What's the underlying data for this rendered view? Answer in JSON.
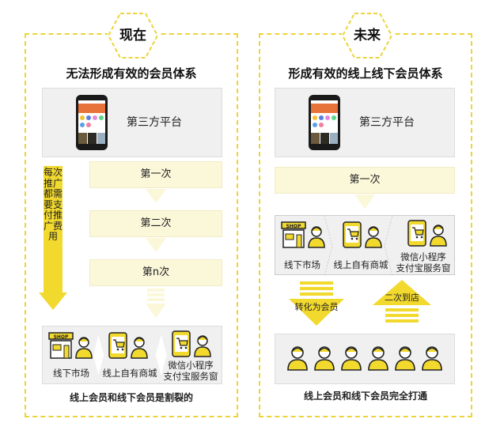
{
  "colors": {
    "accent_yellow": "#f2d92e",
    "dashed_border": "#ecd43a",
    "step_fill": "#fbf7d9",
    "box_gray": "#f0f0f0"
  },
  "left": {
    "badge": "现在",
    "title": "无法形成有效的会员体系",
    "platform_label": "第三方平台",
    "steps": [
      "第一次",
      "第二次",
      "第n次"
    ],
    "side_arrow_text": "每次推广都需要支付推广费用",
    "channels": [
      {
        "icon": "shop-icon",
        "label": "线下市场"
      },
      {
        "icon": "mobile-cart-icon",
        "label": "线上自有商城"
      },
      {
        "icon": "mobile-cart-icon",
        "label_line1": "微信小程序",
        "label_line2": "支付宝服务窗"
      }
    ],
    "caption": "线上会员和线下会员是割裂的"
  },
  "right": {
    "badge": "未来",
    "title": "形成有效的线上线下会员体系",
    "platform_label": "第三方平台",
    "steps": [
      "第一次"
    ],
    "channels": [
      {
        "icon": "shop-icon",
        "label": "线下市场"
      },
      {
        "icon": "mobile-cart-icon",
        "label": "线上自有商城"
      },
      {
        "icon": "mobile-cart-icon",
        "label_line1": "微信小程序",
        "label_line2": "支付宝服务窗"
      }
    ],
    "arrow_down_label": "转化为会员",
    "arrow_up_label": "二次到店",
    "member_count": 6,
    "caption": "线上会员和线下会员完全打通"
  }
}
